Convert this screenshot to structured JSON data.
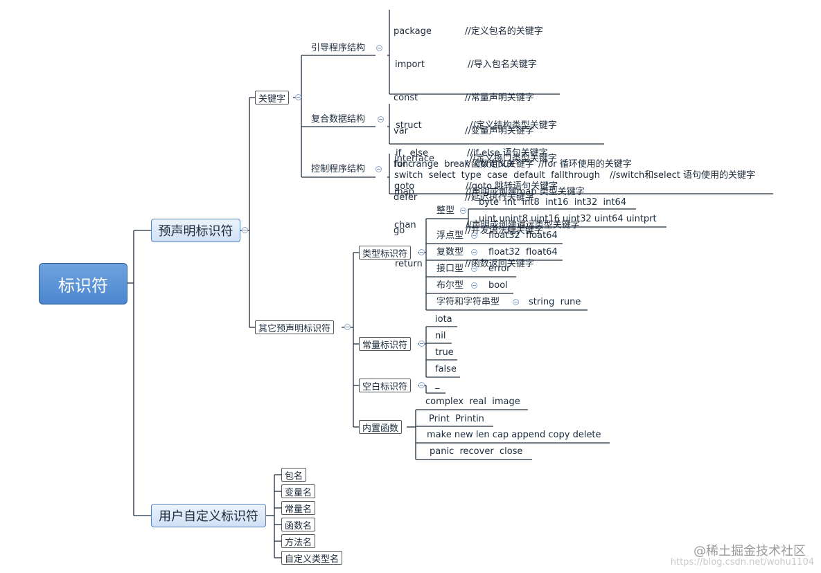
{
  "root": {
    "label": "标识符"
  },
  "predeclared": {
    "label": "预声明标识符",
    "keywords": {
      "label": "关键字",
      "groups": [
        {
          "label": "引导程序结构",
          "words": [
            "package",
            "import",
            "const",
            "var",
            "func",
            "defer",
            "go",
            "return"
          ],
          "comments": [
            "//定义包名的关键字",
            "//导入包名关键字",
            "//常量声明关键字",
            "//变量声明关键字",
            "//函数定义关键字",
            "//延迟执行关键字",
            "//并发语法糖关键字",
            "//函数返回关键字"
          ]
        },
        {
          "label": "复合数据结构",
          "words": [
            "struct",
            "interface",
            "map",
            "chan"
          ],
          "comments": [
            "//定义结构类型关键字",
            "//定义接口类型关键字",
            "//声明或创建map 类型关键字",
            "//声明或创建遍远类型关键字"
          ]
        },
        {
          "label": "控制程序结构",
          "words": [
            "if   else",
            "for  range  break  continue",
            "switch  select  type  case  default  fallthrough",
            "goto"
          ],
          "comments": [
            "//if else 语句关键字",
            "//for 循环使用的关键字",
            "//switch和select 语句使用的关键字",
            "//goto 跳转语句关键字"
          ]
        }
      ]
    },
    "others": {
      "label": "其它预声明标识符",
      "types": {
        "label": "类型标识符",
        "int_label": "整型",
        "int_values": [
          "byte  int  int8  int16  int32  int64",
          "uint unint8 uint16 uint32 uint64 uintprt"
        ],
        "items": [
          {
            "label": "浮点型",
            "value": "float32  float64"
          },
          {
            "label": "复数型",
            "value": "float32  float64"
          },
          {
            "label": "接口型",
            "value": "error"
          },
          {
            "label": "布尔型",
            "value": "bool"
          },
          {
            "label": "字符和字符串型",
            "value": "string  rune"
          }
        ]
      },
      "constants": {
        "label": "常量标识符",
        "items": [
          "iota",
          "nil",
          "true",
          "false"
        ]
      },
      "blank": {
        "label": "空白标识符",
        "items": [
          "_"
        ]
      },
      "builtins": {
        "label": "内置函数",
        "items": [
          "complex  real  image",
          "Print  Printin",
          "make new len cap append copy delete",
          "panic  recover  close"
        ]
      }
    }
  },
  "user_defined": {
    "label": "用户自定义标识符",
    "items": [
      "包名",
      "变量名",
      "常量名",
      "函数名",
      "方法名",
      "自定义类型名"
    ]
  },
  "watermark": {
    "brand": "@稀土掘金技术社区",
    "url": "https://blog.csdn.net/wohu1104"
  },
  "colors": {
    "root_fill": "#5b93d6",
    "l1_fill": "#dbe8f8",
    "line": "#1f2d3d",
    "toggle": "#8fa8c8"
  }
}
